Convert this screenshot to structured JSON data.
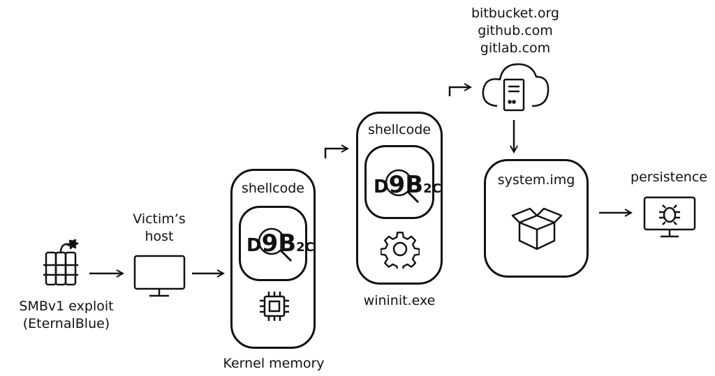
{
  "labels": {
    "exploit_line1": "SMBv1 exploit",
    "exploit_line2": "(EternalBlue)",
    "victim_line1": "Victim’s",
    "victim_line2": "host",
    "shellcode_kernel": "shellcode",
    "kernel_memory": "Kernel memory",
    "shellcode_wininit": "shellcode",
    "wininit": "wininit.exe",
    "repo1": "bitbucket.org",
    "repo2": "github.com",
    "repo3": "gitlab.com",
    "system_img": "system.img",
    "persistence": "persistence"
  },
  "hex_icon": {
    "left": "D",
    "middle": "9B",
    "right": "2C"
  },
  "icons": {
    "exploit": "dynamite-icon",
    "victim": "monitor-icon",
    "chip": "chip-icon",
    "gear": "gear-icon",
    "cloud": "cloud-server-icon",
    "box": "box-icon",
    "bug_monitor": "bug-monitor-icon"
  },
  "colors": {
    "stroke": "#111111",
    "background": "#ffffff"
  }
}
